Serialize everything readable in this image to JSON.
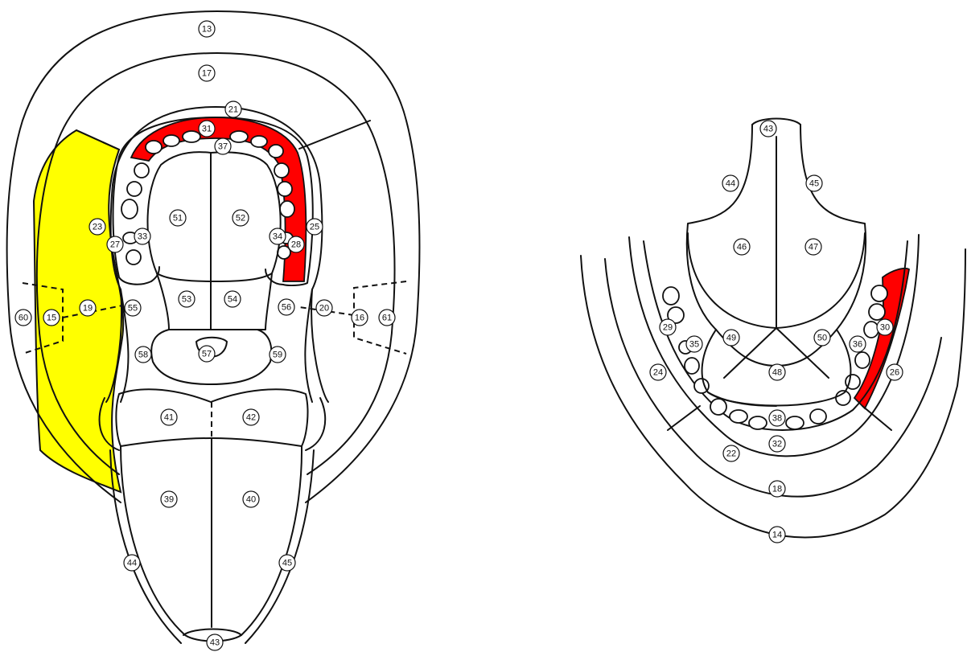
{
  "colors": {
    "highlight_yellow": "#ffff00",
    "highlight_red": "#ff0000",
    "line": "#111111"
  },
  "upper_view": {
    "labels": [
      "13",
      "17",
      "21",
      "31",
      "37",
      "23",
      "25",
      "51",
      "52",
      "27",
      "33",
      "34",
      "28",
      "60",
      "15",
      "19",
      "55",
      "53",
      "54",
      "56",
      "20",
      "16",
      "61",
      "58",
      "57",
      "59",
      "41",
      "42",
      "39",
      "40",
      "44",
      "45",
      "43"
    ]
  },
  "lower_view": {
    "labels": [
      "43",
      "44",
      "45",
      "46",
      "47",
      "29",
      "35",
      "49",
      "50",
      "30",
      "36",
      "24",
      "48",
      "26",
      "38",
      "32",
      "22",
      "18",
      "14"
    ]
  }
}
